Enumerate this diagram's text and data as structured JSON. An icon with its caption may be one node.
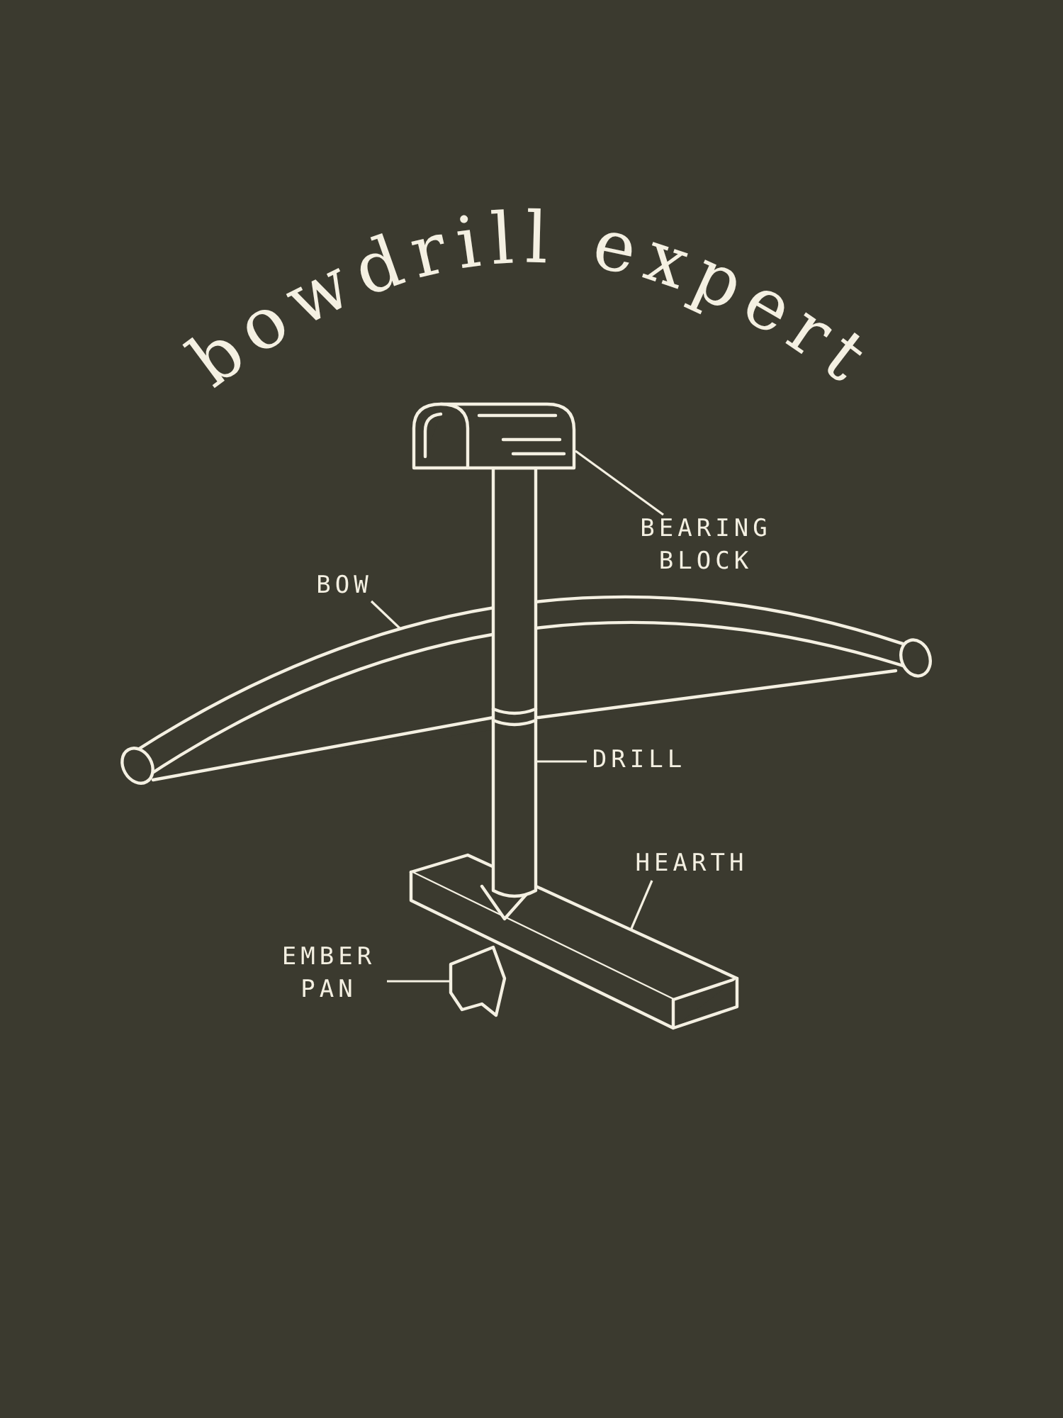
{
  "diagram": {
    "title": "bowdrill expert",
    "nodes": [
      {
        "text": [
          "BEARING BLOCK"
        ]
      },
      {
        "text": [],
        "shape": "picture"
      },
      {
        "text": [
          "BOW"
        ]
      },
      {
        "text": [],
        "shape": "picture"
      },
      {
        "text": [
          "DRILL"
        ]
      },
      {
        "text": [],
        "shape": "picture"
      },
      {
        "text": [
          "HEARTH"
        ]
      },
      {
        "text": [],
        "shape": "picture"
      },
      {
        "text": [
          "EMBER PAN"
        ]
      },
      {
        "text": [],
        "shape": "picture"
      }
    ],
    "edges": [
      {
        "from": 0,
        "to": 1,
        "arrow": "none"
      },
      {
        "from": 2,
        "to": 3,
        "arrow": "none"
      },
      {
        "from": 4,
        "to": 5,
        "arrow": "none"
      },
      {
        "from": 6,
        "to": 7,
        "arrow": "none"
      },
      {
        "from": 8,
        "to": 9,
        "arrow": "none"
      }
    ]
  }
}
